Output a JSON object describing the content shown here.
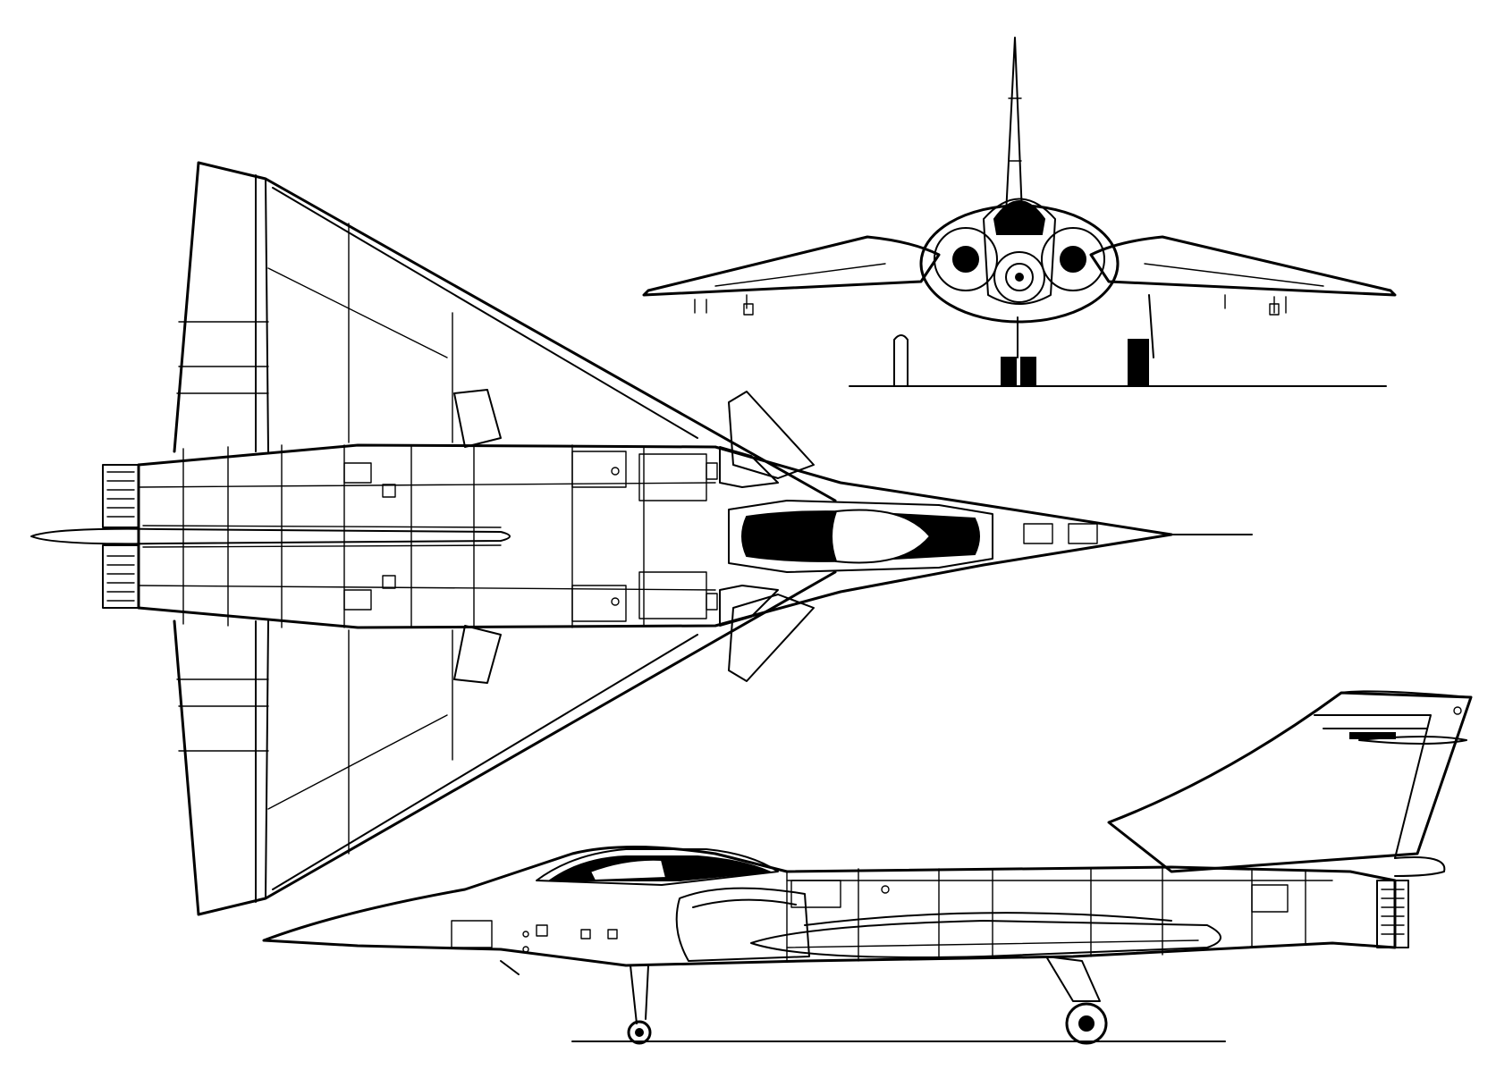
{
  "colors": {
    "ink": "#000000",
    "paper": "#ffffff"
  },
  "views": [
    {
      "id": "plan",
      "kind": "top view (planform) of delta-wing aircraft"
    },
    {
      "id": "front",
      "kind": "front view"
    },
    {
      "id": "side",
      "kind": "side view (profile)"
    }
  ]
}
